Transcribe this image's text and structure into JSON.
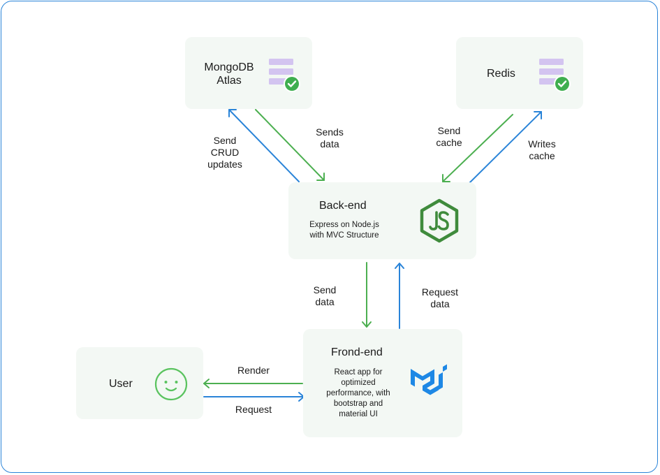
{
  "nodes": {
    "mongodb": {
      "title": "MongoDB\nAtlas"
    },
    "redis": {
      "title": "Redis"
    },
    "backend": {
      "title": "Back-end",
      "description": "Express on Node.js\nwith MVC Structure"
    },
    "frontend": {
      "title": "Frond-end",
      "description": "React app for\noptimized\nperformance, with\nbootstrap and\nmaterial UI"
    },
    "user": {
      "title": "User"
    }
  },
  "edges": {
    "send_crud_updates": "Send\nCRUD\nupdates",
    "sends_data": "Sends\ndata",
    "send_cache": "Send\ncache",
    "writes_cache": "Writes\ncache",
    "send_data": "Send\ndata",
    "request_data": "Request\ndata",
    "render": "Render",
    "request": "Request"
  },
  "colors": {
    "border": "#2a84d8",
    "box_fill": "#f3f8f4",
    "arrow_green": "#4caf50",
    "arrow_blue": "#2a84d8",
    "db_icon": "#d3c4f0",
    "check": "#3fae4f",
    "nodejs": "#3f8b3c",
    "mui": "#1e88e5",
    "smiley": "#5ac35f"
  },
  "icons": {
    "mongodb": "database-check-icon",
    "redis": "database-check-icon",
    "backend": "nodejs-logo-icon",
    "frontend": "mui-logo-icon",
    "user": "smiley-face-icon"
  }
}
